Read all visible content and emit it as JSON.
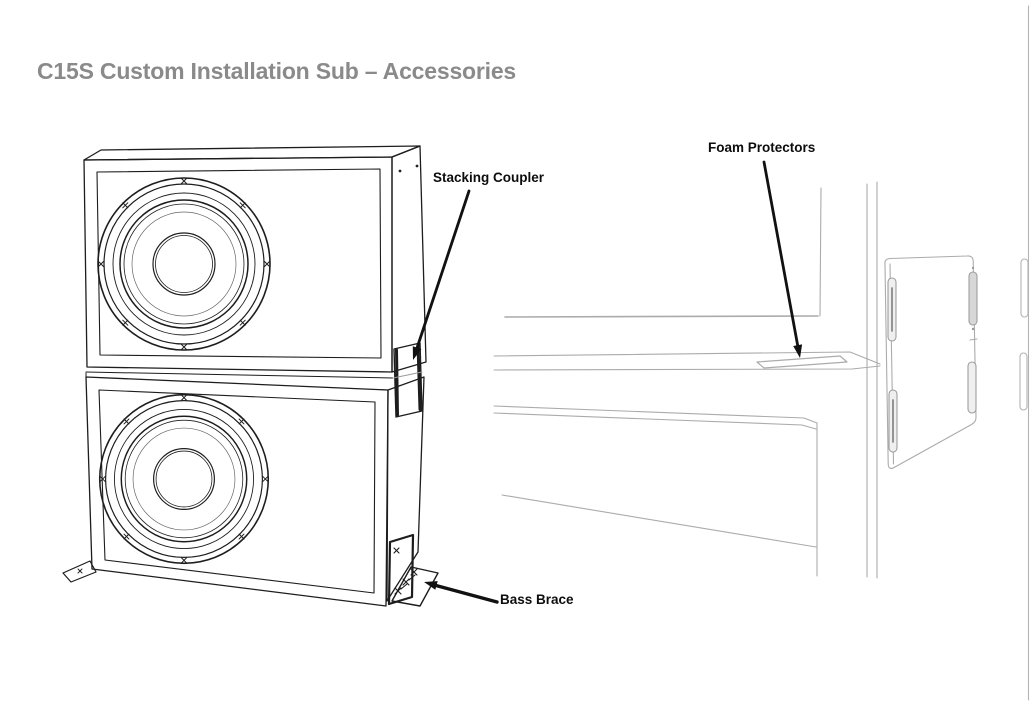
{
  "page": {
    "title": "C15S Custom Installation Sub – Accessories"
  },
  "annotations": {
    "stacking_coupler": "Stacking Coupler",
    "foam_protectors": "Foam Protectors",
    "bass_brace": "Bass Brace"
  },
  "colors": {
    "background": "#ffffff",
    "title_gray": "#8a8a8a",
    "annotation_black": "#0d0d0d",
    "drawing_line_dark": "#1d1d1d",
    "drawing_line_light": "#ababab",
    "page_edge_line": "#b3b3b3"
  }
}
